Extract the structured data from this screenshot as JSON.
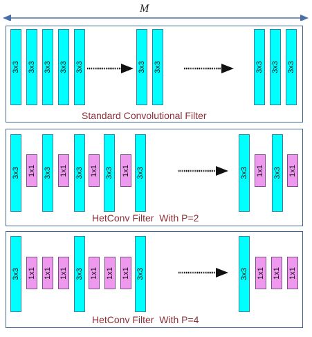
{
  "diagram": {
    "dimension_label": "M",
    "colors": {
      "kernel3x3": "#00ffff",
      "kernel1x1": "#ee99ee",
      "border": "#3e6394",
      "caption": "#8b2d36"
    },
    "kernel_labels": {
      "k3": "3x3",
      "k1": "1x1"
    },
    "panels": [
      {
        "caption": "Standard Convolutional Filter"
      },
      {
        "caption": "HetConv Filter  With P=2"
      },
      {
        "caption": "HetConv Filter  With P=4"
      }
    ]
  }
}
